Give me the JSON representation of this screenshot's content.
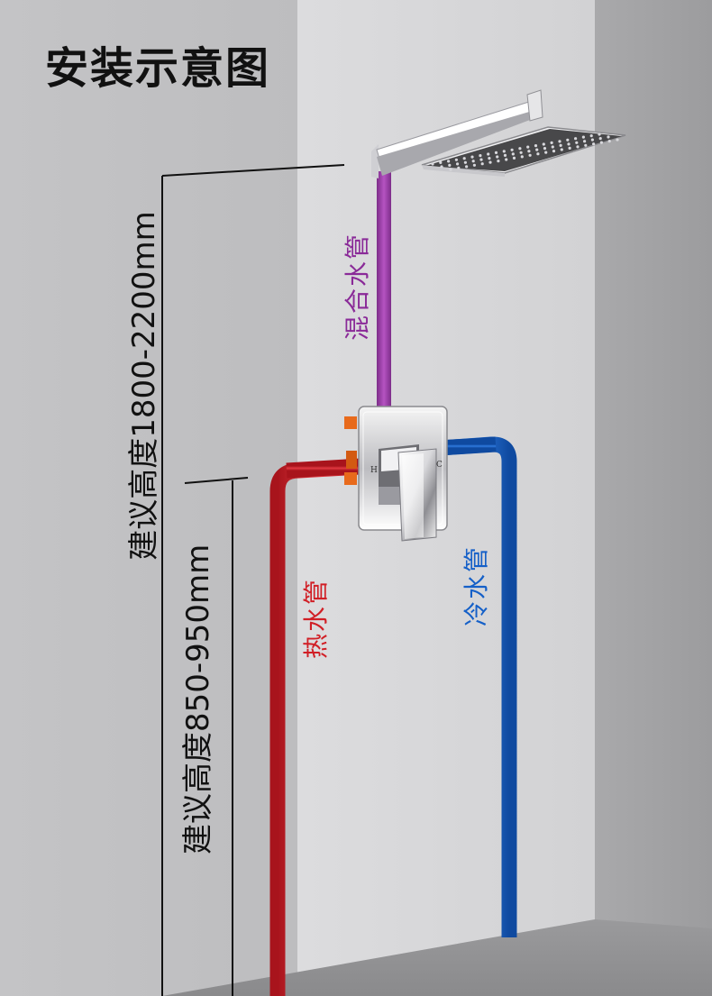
{
  "title": "安装示意图",
  "heights": {
    "shower_head": "建议高度1800-2200mm",
    "valve": "建议高度850-950mm"
  },
  "pipes": {
    "mixed": "混合水管",
    "hot": "热水管",
    "cold": "冷水管"
  },
  "valve_marks": {
    "hot": "H",
    "cold": "C"
  },
  "colors": {
    "mixed_pipe": "#a23fae",
    "hot_pipe": "#d62a33",
    "cold_pipe": "#1d66c8",
    "mixed_text": "#8a2a98",
    "hot_text": "#d11f26",
    "cold_text": "#1560c8"
  }
}
